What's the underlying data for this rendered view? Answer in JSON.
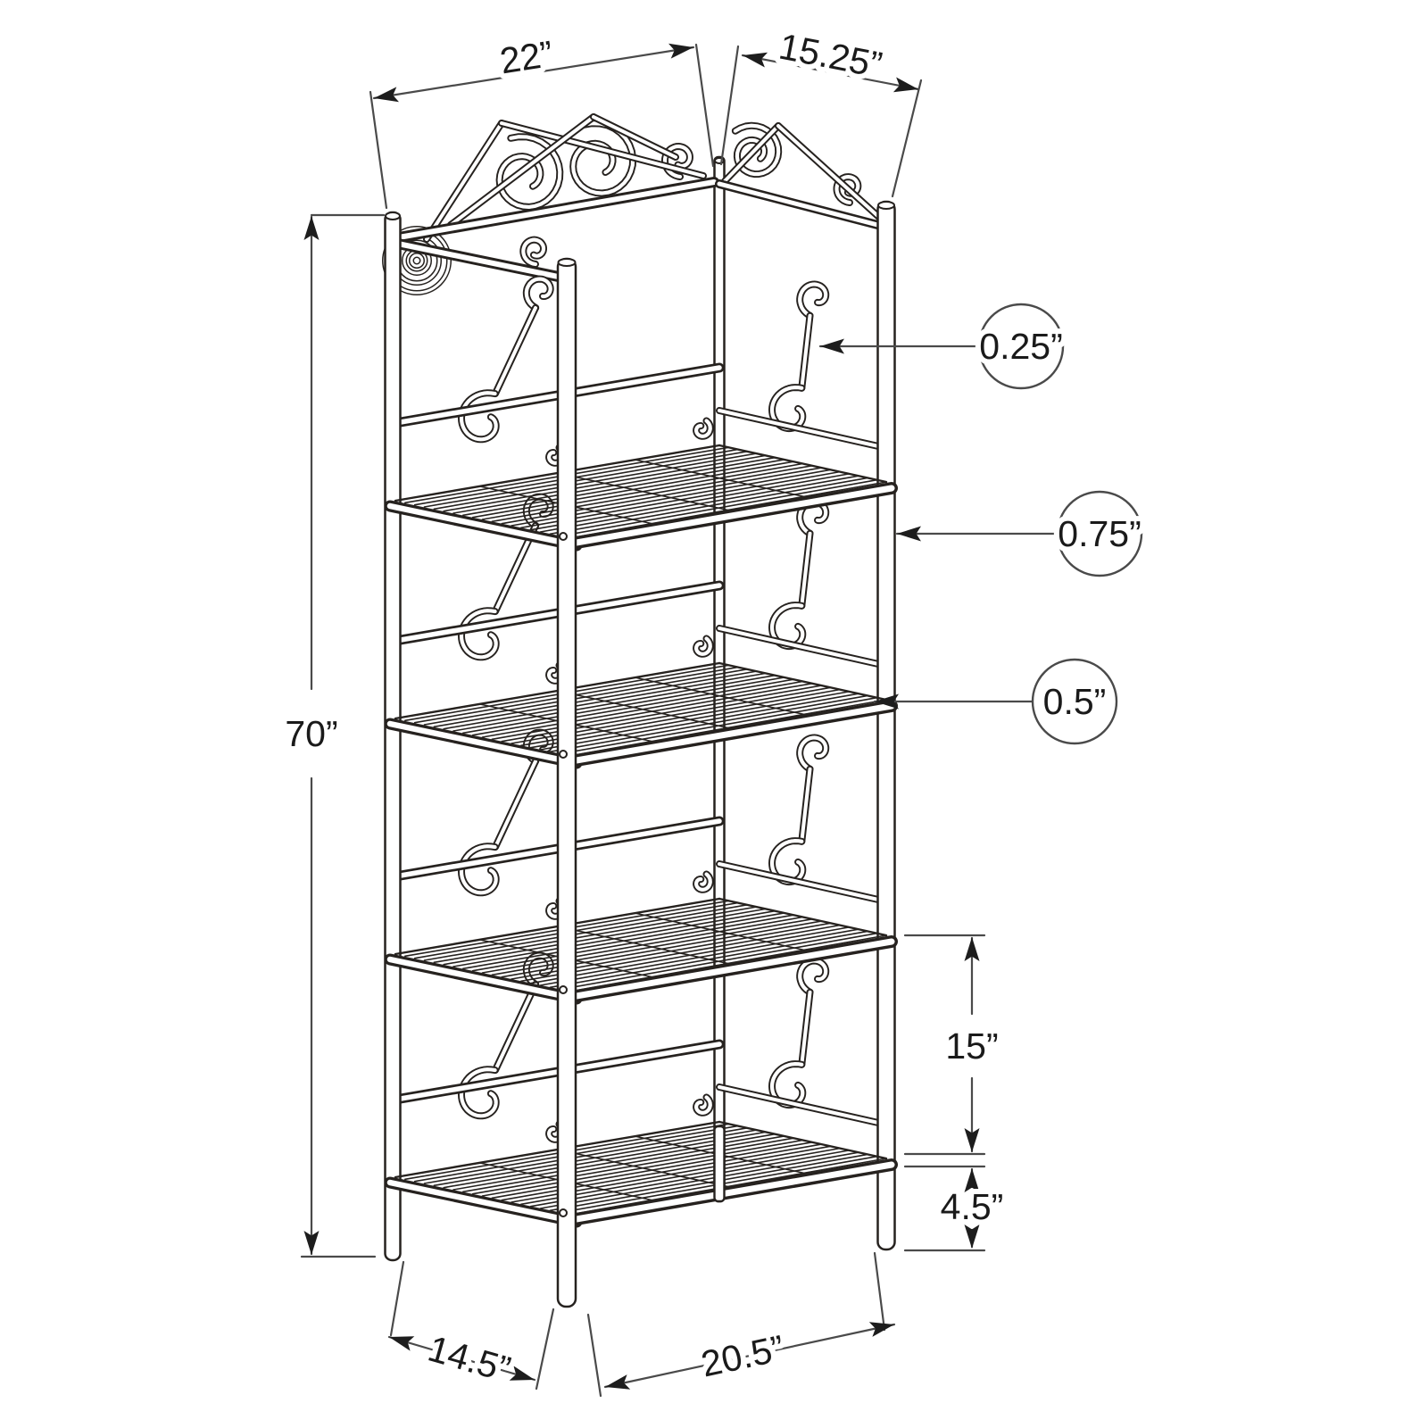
{
  "diagram": {
    "kind": "product-dimension-line-drawing",
    "subject": "4-tier metal bakers rack etagere with scroll details",
    "units": "inches",
    "background": "#ffffff",
    "line_color": "#26221f",
    "annotation_color": "#4a4a4a",
    "arrow_color": "#1d1d1d",
    "dimensions": {
      "top_width": "22”",
      "top_depth": "15.25”",
      "overall_height": "70”",
      "scroll_wire": "0.25”",
      "post_diameter": "0.75”",
      "shelf_frame": "0.5”",
      "shelf_spacing": "15”",
      "bottom_shelf_clearance": "4.5”",
      "base_depth": "14.5”",
      "base_width": "20.5”"
    }
  }
}
